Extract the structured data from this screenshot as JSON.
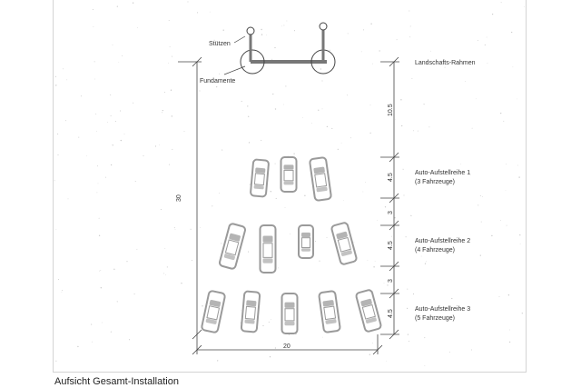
{
  "labels": {
    "stuetzen": "Stützen",
    "fundamente": "Fundamente",
    "frame": "Landschafts-Rahmen",
    "row1_line1": "Auto-Aufstellreihe 1",
    "row1_line2": "(3 Fahrzeuge)",
    "row2_line1": "Auto-Aufstellreihe 2",
    "row2_line2": "(4 Fahrzeuge)",
    "row3_line1": "Auto-Aufstellreihe 3",
    "row3_line2": "(5 Fahrzeuge)"
  },
  "dimensions": {
    "width": "20",
    "depth": "30",
    "segments": [
      "10.5",
      "4.5",
      "3",
      "4.5",
      "3",
      "4.5"
    ]
  },
  "caption": "Aufsicht Gesamt-Installation",
  "colors": {
    "line": "#444444",
    "car": "#9a9a9a",
    "car_dark": "#777777"
  }
}
